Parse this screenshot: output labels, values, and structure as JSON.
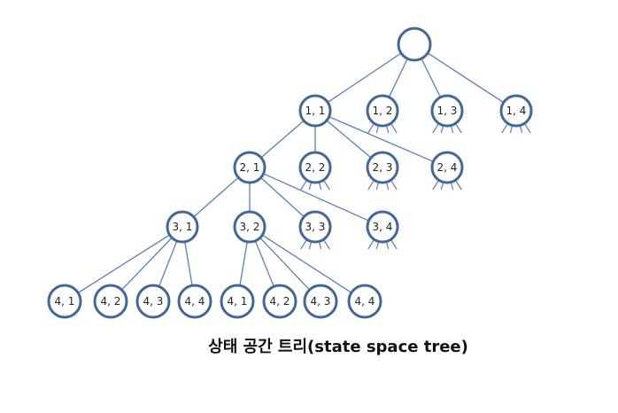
{
  "caption": "상태 공간 트리(state space tree)",
  "colors": {
    "node_stroke": "#44679a",
    "edge": "#5a7fb2"
  },
  "tree": {
    "root": {
      "label": "",
      "children": [
        "1, 1",
        "1, 2",
        "1, 3",
        "1, 4"
      ]
    },
    "nodes": [
      {
        "id": "n11",
        "label": "1, 1",
        "parent": "root",
        "expanded": true
      },
      {
        "id": "n12",
        "label": "1, 2",
        "parent": "root",
        "expanded": false
      },
      {
        "id": "n13",
        "label": "1, 3",
        "parent": "root",
        "expanded": false
      },
      {
        "id": "n14",
        "label": "1, 4",
        "parent": "root",
        "expanded": false
      },
      {
        "id": "n21",
        "label": "2, 1",
        "parent": "n11",
        "expanded": true
      },
      {
        "id": "n22",
        "label": "2, 2",
        "parent": "n11",
        "expanded": false
      },
      {
        "id": "n23",
        "label": "2, 3",
        "parent": "n11",
        "expanded": false
      },
      {
        "id": "n24",
        "label": "2, 4",
        "parent": "n11",
        "expanded": false
      },
      {
        "id": "n31",
        "label": "3, 1",
        "parent": "n21",
        "expanded": true
      },
      {
        "id": "n32",
        "label": "3, 2",
        "parent": "n21",
        "expanded": true
      },
      {
        "id": "n33",
        "label": "3, 3",
        "parent": "n21",
        "expanded": false
      },
      {
        "id": "n34",
        "label": "3, 4",
        "parent": "n21",
        "expanded": false
      },
      {
        "id": "n41a",
        "label": "4, 1",
        "parent": "n31",
        "expanded": false
      },
      {
        "id": "n42a",
        "label": "4, 2",
        "parent": "n31",
        "expanded": false
      },
      {
        "id": "n43a",
        "label": "4, 3",
        "parent": "n31",
        "expanded": false
      },
      {
        "id": "n44a",
        "label": "4, 4",
        "parent": "n31",
        "expanded": false
      },
      {
        "id": "n41b",
        "label": "4, 1",
        "parent": "n32",
        "expanded": false
      },
      {
        "id": "n42b",
        "label": "4, 2",
        "parent": "n32",
        "expanded": false
      },
      {
        "id": "n43b",
        "label": "4, 3",
        "parent": "n32",
        "expanded": false
      },
      {
        "id": "n44b",
        "label": "4, 4",
        "parent": "n32",
        "expanded": false
      }
    ]
  }
}
